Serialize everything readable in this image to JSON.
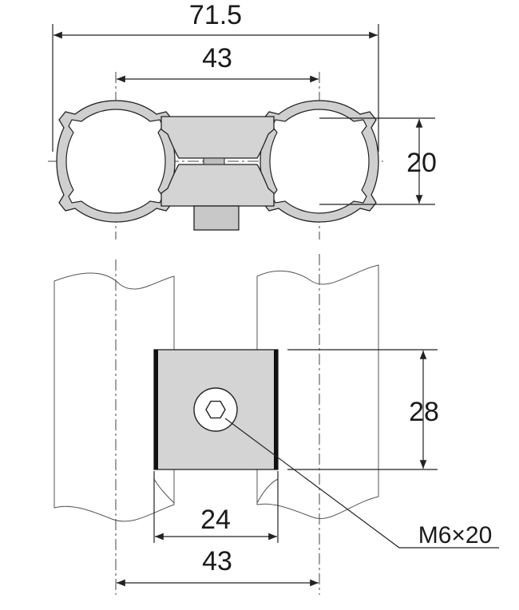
{
  "dimensions": {
    "overall_width": "71.5",
    "top_center_distance": "43",
    "height": "20",
    "block_height": "28",
    "block_width": "24",
    "bottom_center_distance": "43"
  },
  "callout": {
    "screw": "M6×20"
  },
  "colors": {
    "line": "#222222",
    "part_fill": "#d4d4d4",
    "tube_fill": "#cfcfcf",
    "background": "#ffffff"
  }
}
